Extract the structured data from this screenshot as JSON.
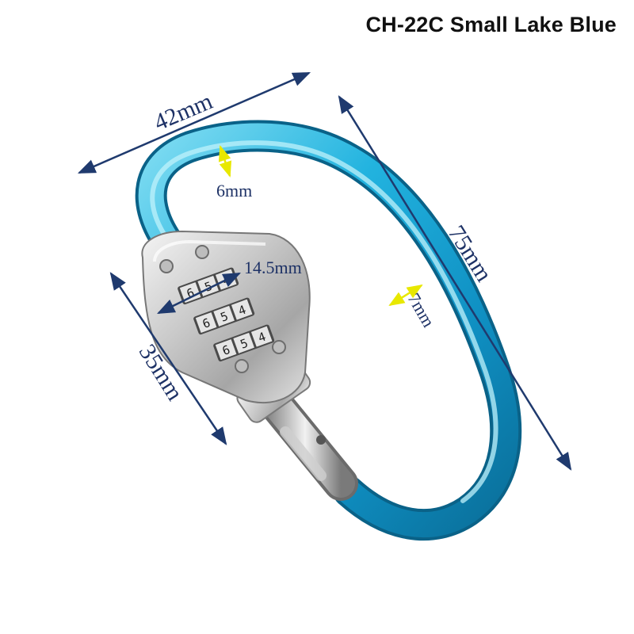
{
  "product": {
    "title": "CH-22C Small Lake Blue"
  },
  "dimensions": {
    "width": "42mm",
    "height": "75mm",
    "lock_length": "35mm",
    "lock_width": "14.5mm",
    "wire_top": "6mm",
    "wire_side": "7mm"
  },
  "lock_dials": [
    [
      "6",
      "5",
      "4"
    ],
    [
      "6",
      "5",
      "4"
    ],
    [
      "6",
      "5",
      "4"
    ]
  ],
  "colors": {
    "carabiner": "#1aa8d6",
    "carabiner_dark": "#0a7fae",
    "carabiner_light": "#8fe3f5",
    "dimension_line": "#1f3a6e",
    "dimension_arrow_inner": "#e8e800",
    "label_text": "#1e3266"
  }
}
